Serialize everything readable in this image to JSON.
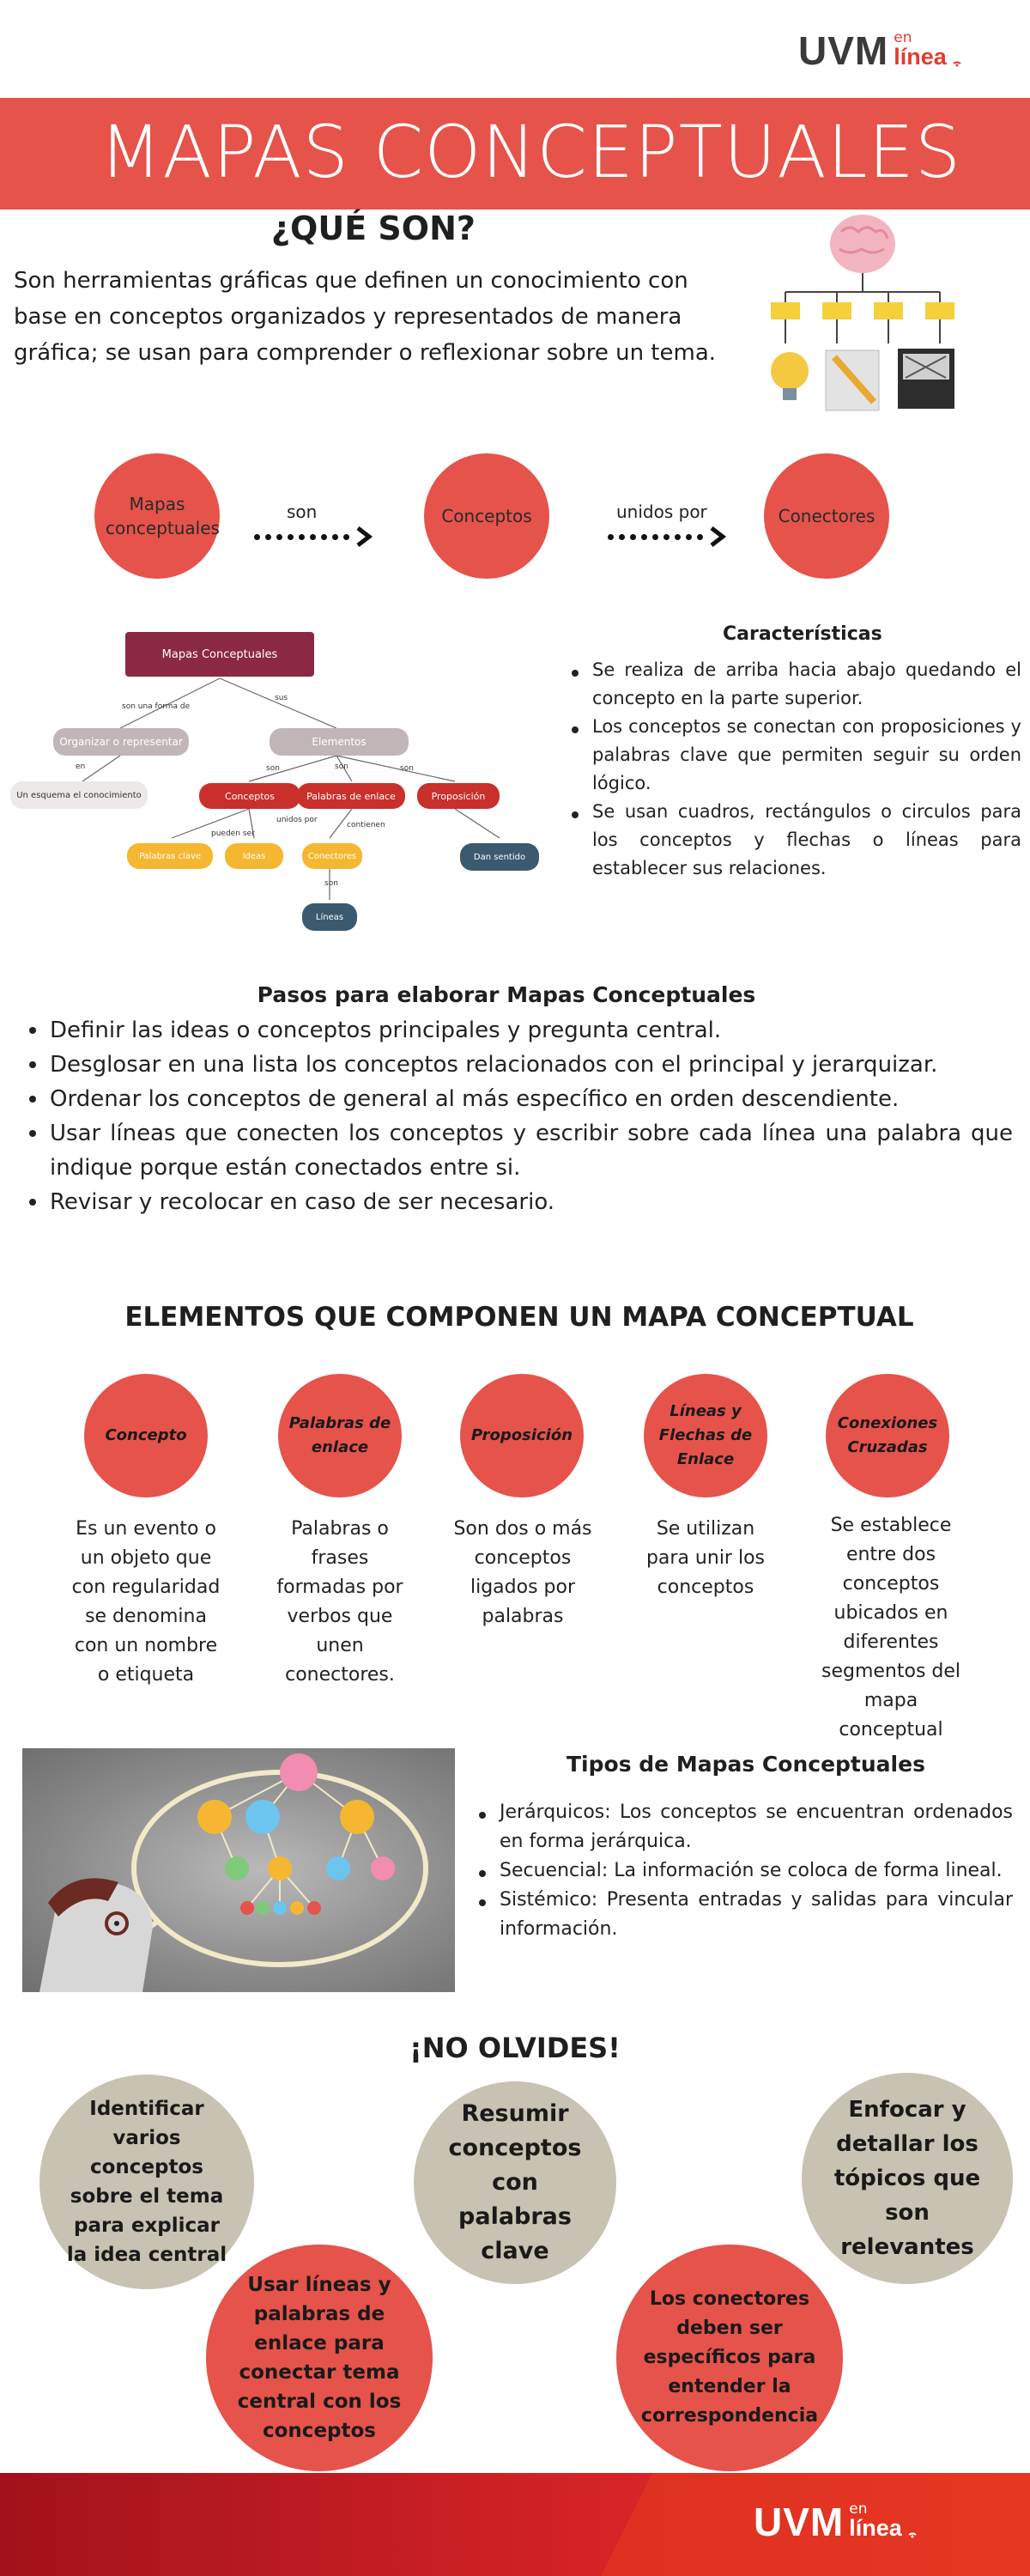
{
  "header": {
    "logo_main": "UVM",
    "logo_en": "en",
    "logo_linea": "línea"
  },
  "title": "MAPAS CONCEPTUALES",
  "que_son": {
    "heading": "¿QUÉ SON?",
    "text": "Son herramientas gráficas que definen un conocimiento con base en conceptos organizados y representados de manera gráfica; se usan para comprender o reflexionar sobre un tema."
  },
  "flow": {
    "nodes": [
      "Mapas conceptuales",
      "Conceptos",
      "Conectores"
    ],
    "links": [
      "son",
      "unidos por"
    ]
  },
  "mini_map": {
    "root": "Mapas Conceptuales",
    "link_una_forma": "son una forma de",
    "link_sus": "sus",
    "organizar": "Organizar o representar",
    "elementos": "Elementos",
    "link_en": "en",
    "esquema": "Un esquema el conocimiento",
    "link_son_1": "son",
    "link_son_2": "son",
    "link_son_3": "son",
    "conceptos": "Conceptos",
    "palabras_enlace": "Palabras de enlace",
    "proposicion": "Proposición",
    "link_unidos_por": "unidos por",
    "link_pueden_ser": "pueden ser",
    "link_contienen": "contienen",
    "palabras_clave": "Palabras clave",
    "ideas": "Ideas",
    "conectores": "Conectores",
    "dan_sentido": "Dan sentido",
    "link_son_4": "son",
    "lineas": "Líneas"
  },
  "caracteristicas": {
    "heading": "Características",
    "items": [
      "Se realiza de arriba hacia abajo quedando el concepto en la parte superior.",
      "Los conceptos se conectan con proposiciones y palabras clave que permiten seguir su orden lógico.",
      "Se usan cuadros, rectángulos o circulos para los conceptos y flechas o líneas para establecer sus relaciones."
    ]
  },
  "pasos": {
    "heading": "Pasos para elaborar Mapas Conceptuales",
    "items": [
      "Definir las ideas o conceptos principales y pregunta central.",
      "Desglosar en una lista los conceptos relacionados con el principal y jerarquizar.",
      "Ordenar los conceptos de general al más específico en orden descendiente.",
      "Usar líneas que conecten los conceptos y escribir sobre cada línea una palabra que indique porque están conectados entre si.",
      "Revisar y recolocar en caso de ser necesario."
    ]
  },
  "elementos": {
    "heading": "ELEMENTOS QUE COMPONEN UN MAPA CONCEPTUAL",
    "items": [
      {
        "title": "Concepto",
        "desc": "Es un evento o un objeto que con regularidad se denomina con un nombre o etiqueta"
      },
      {
        "title": "Palabras de enlace",
        "desc": "Palabras o frases formadas por verbos que unen conectores."
      },
      {
        "title": "Proposición",
        "desc": "Son dos o más conceptos ligados por palabras"
      },
      {
        "title": "Líneas y Flechas de Enlace",
        "desc": "Se utilizan para unir los conceptos"
      },
      {
        "title": "Conexiones Cruzadas",
        "desc": "Se establece entre dos conceptos ubicados en diferentes segmentos del mapa conceptual"
      }
    ]
  },
  "tipos": {
    "heading": "Tipos de Mapas Conceptuales",
    "items": [
      "Jerárquicos: Los conceptos se encuentran ordenados en forma jerárquica.",
      "Secuencial: La información se coloca de forma lineal.",
      "Sistémico: Presenta entradas y salidas para vincular información."
    ]
  },
  "no_olvides": {
    "heading": "¡NO OLVIDES!",
    "items": [
      "Identificar varios conceptos sobre el tema para explicar la idea central",
      "Resumir conceptos con palabras clave",
      "Enfocar y detallar los tópicos que son relevantes",
      "Usar líneas y palabras de enlace para conectar tema central con los conceptos",
      "Los conectores deben ser específicos para entender la correspondencia"
    ]
  },
  "colors": {
    "accent_red": "#e5534b",
    "dark_red": "#8b2843",
    "gray_node": "#c8c2b2",
    "yellow_node": "#f5b731",
    "navy_node": "#3b5a70",
    "footer_red": "#d62426"
  },
  "icons": [
    "brain-icon",
    "lightbulb-icon",
    "pencil-paper-icon",
    "keyboard-icon",
    "thinking-head-icon"
  ]
}
